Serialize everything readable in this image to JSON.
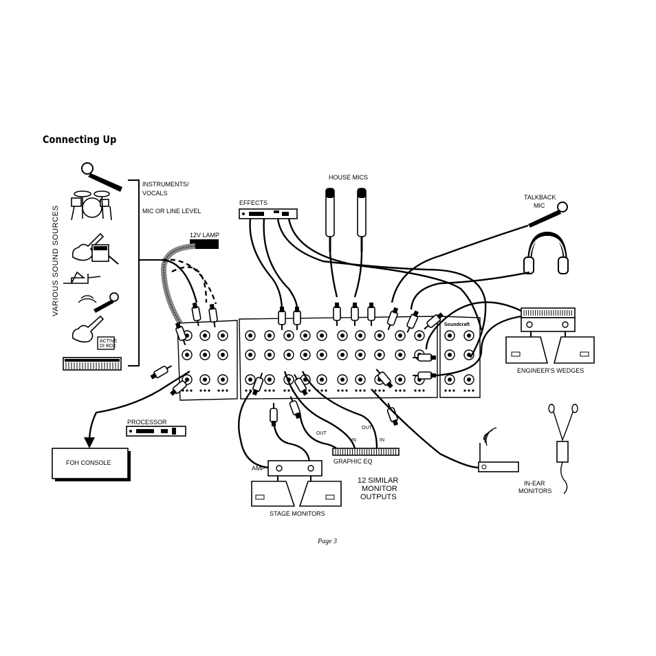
{
  "page": {
    "title": "Connecting Up",
    "page_number": "Page 3"
  },
  "diagram": {
    "sources_heading": "VARIOUS SOUND SOURCES",
    "instruments_line1": "INSTRUMENTS/",
    "instruments_line2": "VOCALS",
    "level_label": "MIC OR LINE LEVEL",
    "active_di_line1": "ACTIVE",
    "active_di_line2": "DI BOX",
    "lamp_label": "12V LAMP",
    "effects_label": "EFFECTS",
    "house_mics_label": "HOUSE MICS",
    "talkback_line1": "TALKBACK",
    "talkback_line2": "MIC",
    "engineers_wedges_label": "ENGINEER'S WEDGES",
    "processor_label": "PROCESSOR",
    "foh_label": "FOH CONSOLE",
    "amp_label": "AMP",
    "stage_monitors_label": "STAGE MONITORS",
    "graphic_eq_label": "GRAPHIC EQ",
    "eq_out_left": "OUT",
    "eq_in_left": "IN",
    "eq_out_right": "OUT",
    "eq_in_right": "IN",
    "monitor_outputs_line1": "12 SIMILAR",
    "monitor_outputs_line2": "MONITOR",
    "monitor_outputs_line3": "OUTPUTS",
    "in_ear_line1": "IN-EAR",
    "in_ear_line2": "MONITORS",
    "brand_label": "Soundcraft"
  }
}
